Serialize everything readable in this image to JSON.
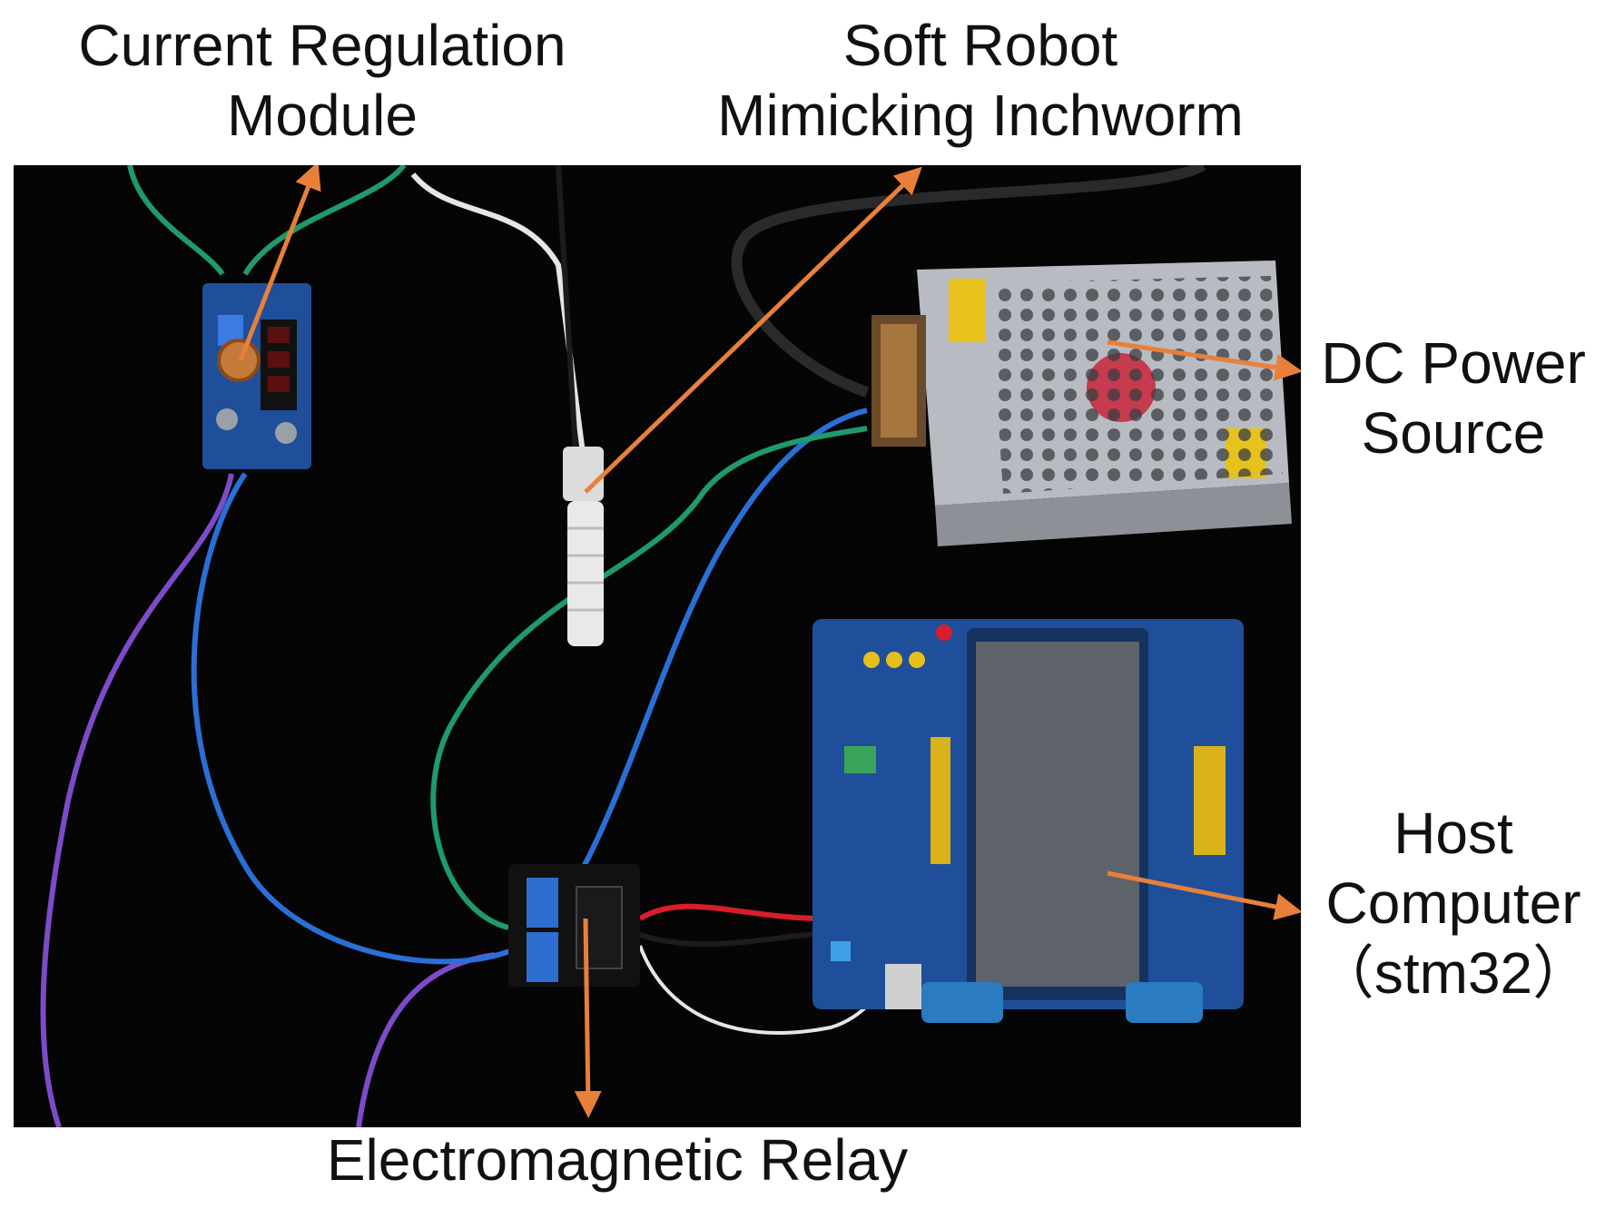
{
  "labels": {
    "current_regulation": [
      "Current Regulation",
      "Module"
    ],
    "soft_robot": [
      "Soft Robot",
      "Mimicking Inchworm"
    ],
    "dc_power": [
      "DC Power",
      "Source"
    ],
    "host_computer": [
      "Host",
      "Computer",
      "（stm32）"
    ],
    "relay": "Electromagnetic Relay"
  },
  "colors": {
    "background": "#050505",
    "arrow": "#e8803a",
    "wire_green": "#1f9a6a",
    "wire_blue": "#2a6fd6",
    "wire_purple": "#7d4bc9",
    "wire_white": "#e6e6e6",
    "wire_red": "#d81e2a",
    "pcb_blue": "#1f4f9a",
    "psu_silver": "#b8bcc2"
  }
}
